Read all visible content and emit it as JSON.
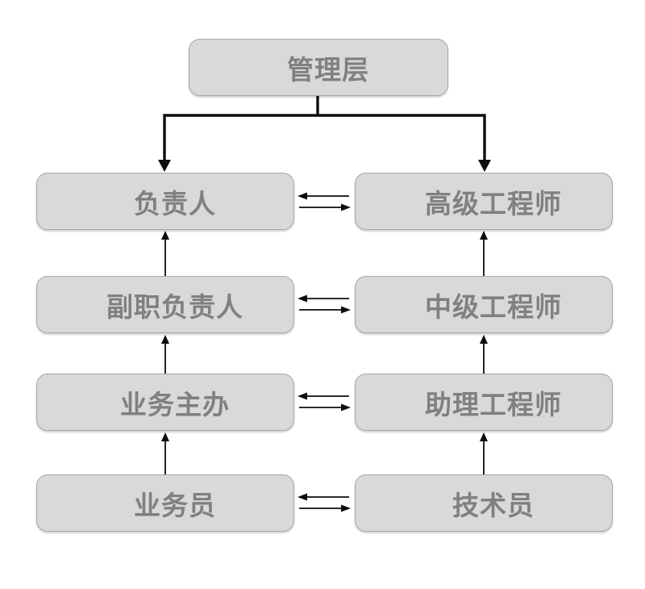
{
  "diagram": {
    "root": {
      "label": "管理层"
    },
    "left_track": {
      "nodes": [
        {
          "label": "负责人"
        },
        {
          "label": "副职负责人"
        },
        {
          "label": "业务主办"
        },
        {
          "label": "业务员"
        }
      ]
    },
    "right_track": {
      "nodes": [
        {
          "label": "高级工程师"
        },
        {
          "label": "中级工程师"
        },
        {
          "label": "助理工程师"
        },
        {
          "label": "技术员"
        }
      ]
    },
    "edges": [
      {
        "from": "管理层",
        "to": "负责人",
        "type": "directed-down"
      },
      {
        "from": "管理层",
        "to": "高级工程师",
        "type": "directed-down"
      },
      {
        "from": "副职负责人",
        "to": "负责人",
        "type": "promotion-up"
      },
      {
        "from": "业务主办",
        "to": "副职负责人",
        "type": "promotion-up"
      },
      {
        "from": "业务员",
        "to": "业务主办",
        "type": "promotion-up"
      },
      {
        "from": "中级工程师",
        "to": "高级工程师",
        "type": "promotion-up"
      },
      {
        "from": "助理工程师",
        "to": "中级工程师",
        "type": "promotion-up"
      },
      {
        "from": "技术员",
        "to": "助理工程师",
        "type": "promotion-up"
      },
      {
        "from": "负责人",
        "to": "高级工程师",
        "type": "bidirectional"
      },
      {
        "from": "副职负责人",
        "to": "中级工程师",
        "type": "bidirectional"
      },
      {
        "from": "业务主办",
        "to": "助理工程师",
        "type": "bidirectional"
      },
      {
        "from": "业务员",
        "to": "技术员",
        "type": "bidirectional"
      }
    ],
    "colors": {
      "box_fill": "#d9d9d9",
      "box_border": "#a6a6a6",
      "label_text": "#808080",
      "arrow": "#0d0d0d",
      "background": "#ffffff"
    }
  }
}
